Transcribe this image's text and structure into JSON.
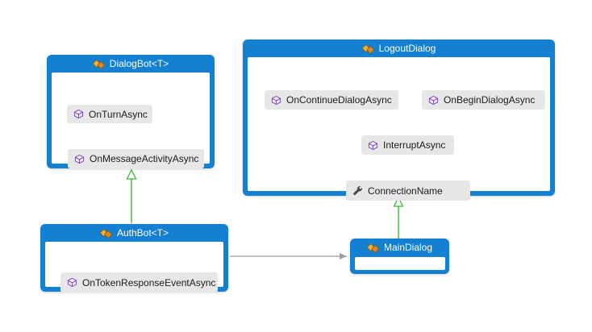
{
  "boxes": {
    "dialogbot": {
      "title": "DialogBot<T>",
      "members": [
        {
          "label": "OnTurnAsync",
          "icon": "method-icon"
        },
        {
          "label": "OnMessageActivityAsync",
          "icon": "method-icon"
        }
      ]
    },
    "logoutdialog": {
      "title": "LogoutDialog",
      "members": [
        {
          "label": "OnContinueDialogAsync",
          "icon": "method-icon"
        },
        {
          "label": "OnBeginDialogAsync",
          "icon": "method-icon"
        },
        {
          "label": "InterruptAsync",
          "icon": "method-icon"
        },
        {
          "label": "ConnectionName",
          "icon": "property-icon"
        }
      ]
    },
    "authbot": {
      "title": "AuthBot<T>",
      "members": [
        {
          "label": "OnTokenResponseEventAsync",
          "icon": "method-icon"
        }
      ]
    },
    "maindialog": {
      "title": "MainDialog",
      "members": []
    }
  },
  "relations": [
    {
      "from": "AuthBot<T>",
      "to": "DialogBot<T>",
      "type": "inheritance",
      "color": "#3DBB34"
    },
    {
      "from": "MainDialog",
      "to": "LogoutDialog",
      "type": "inheritance",
      "color": "#3DBB34"
    },
    {
      "from": "AuthBot<T>",
      "to": "MainDialog",
      "type": "association",
      "color": "#9E9E9E"
    },
    {
      "from": "OnContinueDialogAsync",
      "to": "InterruptAsync",
      "type": "call",
      "color": "#F81CF8"
    },
    {
      "from": "OnBeginDialogAsync",
      "to": "InterruptAsync",
      "type": "call",
      "color": "#F81CF8"
    },
    {
      "from": "InterruptAsync",
      "to": "ConnectionName",
      "type": "call",
      "color": "#F81CF8"
    }
  ],
  "colors": {
    "node_blue": "#1480D2",
    "member_chip_gray": "#E7E7E7",
    "inheritance_green": "#3DBB34",
    "call_magenta": "#F81CF8",
    "reference_gray": "#9E9E9E",
    "class_icon_gold": "#E8A33B",
    "method_icon_purple": "#7B3FBF"
  }
}
